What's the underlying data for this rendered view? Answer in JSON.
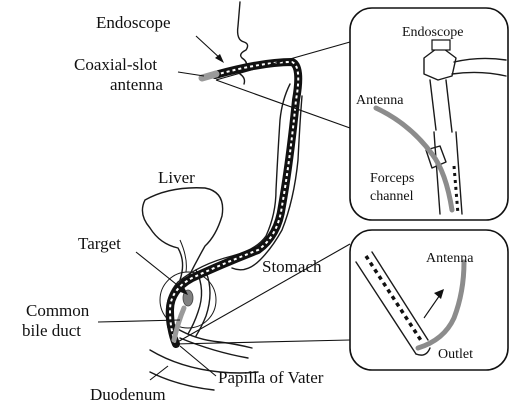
{
  "labels": {
    "endoscope": "Endoscope",
    "coaxial_slot_line1": "Coaxial-slot",
    "coaxial_slot_line2": "antenna",
    "liver": "Liver",
    "target": "Target",
    "stomach": "Stomach",
    "common_bile_duct_line1": "Common",
    "common_bile_duct_line2": "bile duct",
    "papilla_of_vater": "Papilla of Vater",
    "duodenum": "Duodenum"
  },
  "inset_top": {
    "endoscope": "Endoscope",
    "antenna": "Antenna",
    "forceps_line1": "Forceps",
    "forceps_line2": "channel"
  },
  "inset_bottom": {
    "antenna": "Antenna",
    "outlet": "Outlet"
  },
  "colors": {
    "outline": "#1a1a1a",
    "antenna_gray": "#8c8c8c",
    "target_gray": "#808080",
    "background": "#ffffff"
  }
}
